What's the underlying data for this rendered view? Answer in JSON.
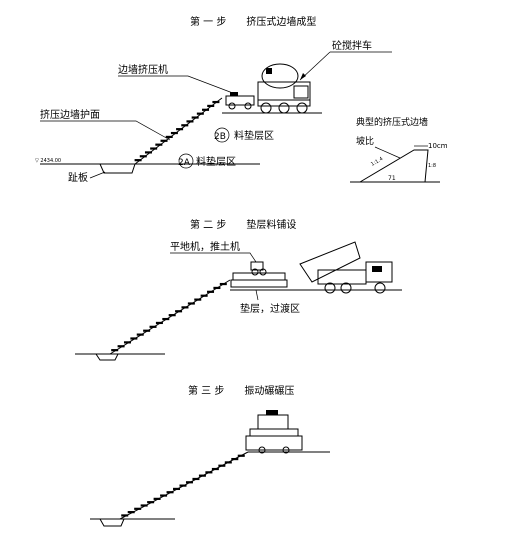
{
  "step1": {
    "title": "第 一 步　　挤压式边墙成型",
    "label_machine": "边墙挤压机",
    "label_mixer": "砼搅拌车",
    "label_wall": "挤压边墙护面",
    "label_2b": "2B",
    "label_2b_text": "料垫层区",
    "label_2a": "2A",
    "label_2a_text": "料垫层区",
    "label_toe": "趾板",
    "label_elev": "▽ 2434.00"
  },
  "inset": {
    "title": "典型的挤压式边墙",
    "label_slope": "坡比",
    "label_top": "10cm",
    "label_ratio": "1:1.4",
    "label_base": "71",
    "label_side": "1:8"
  },
  "step2": {
    "title": "第 二 步　　垫层料铺设",
    "label_equipment": "平地机，推土机",
    "label_zone": "垫层，过渡区"
  },
  "step3": {
    "title": "第 三 步　　振动碾碾压"
  }
}
